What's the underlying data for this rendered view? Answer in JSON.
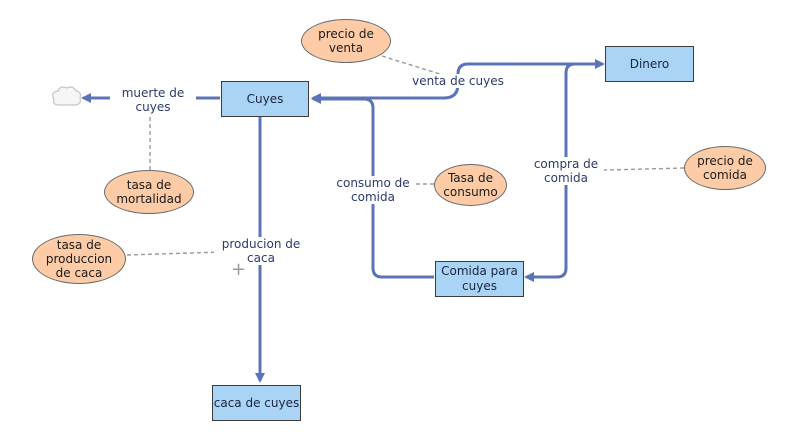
{
  "stocks": {
    "cuyes": "Cuyes",
    "dinero": "Dinero",
    "comida": "Comida para cuyes",
    "caca": "caca de cuyes"
  },
  "flows": {
    "muerte": "muerte de cuyes",
    "venta": "venta de cuyes",
    "consumo": "consumo de comida",
    "compra": "compra de comida",
    "produccion": "producion de caca"
  },
  "auxiliaries": {
    "precio_venta": "precio de venta",
    "tasa_mortalidad": "tasa de mortalidad",
    "tasa_consumo": "Tasa de consumo",
    "precio_comida": "precio de comida",
    "tasa_produccion": "tasa de produccion de caca"
  },
  "colors": {
    "flow_pipe": "#5b74b7",
    "stock_fill": "#aad4f5",
    "auxiliary_fill": "#fdcca7",
    "dependency_line": "#9a9a9a"
  }
}
